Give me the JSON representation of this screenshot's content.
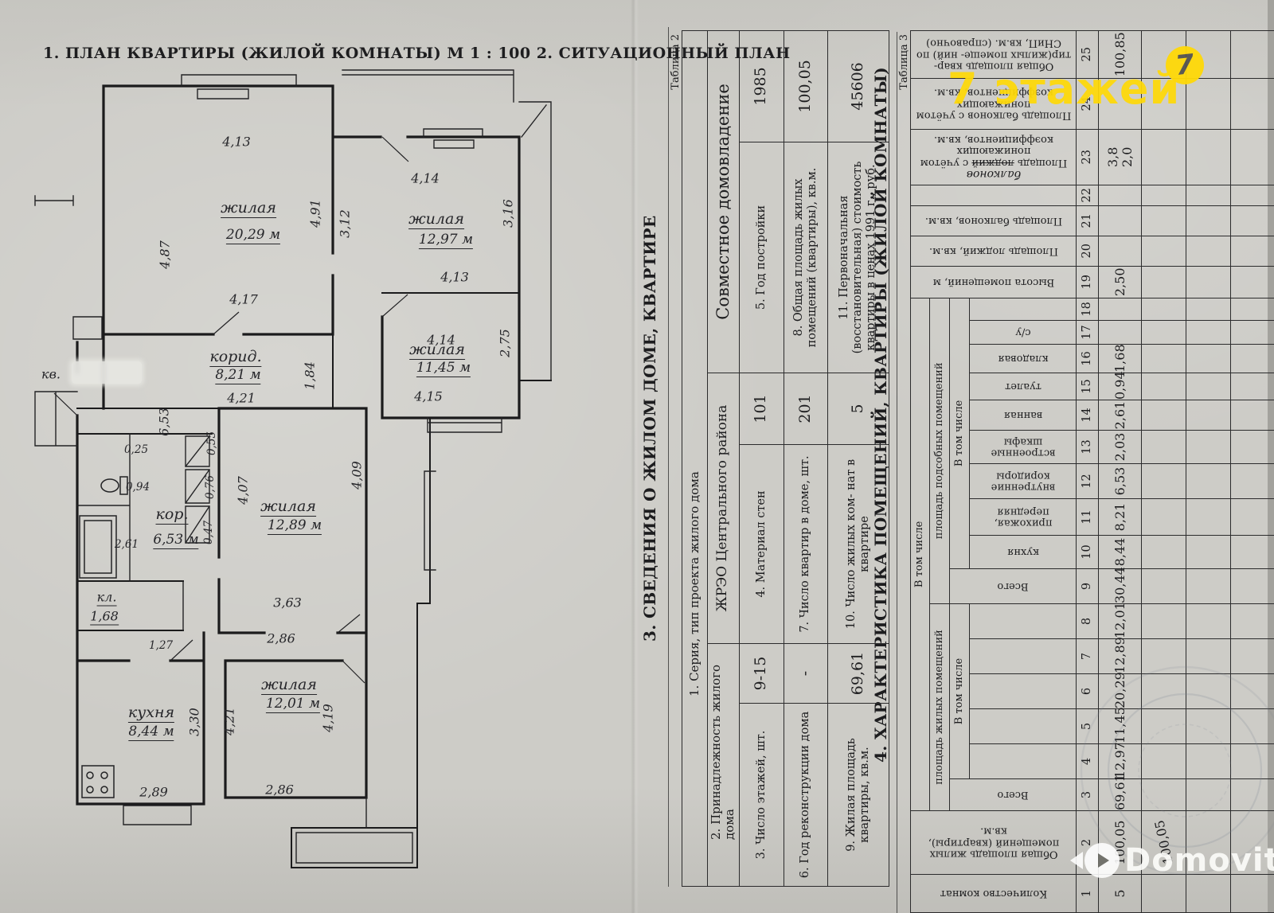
{
  "title": "1. ПЛАН  КВАРТИРЫ  (ЖИЛОЙ  КОМНАТЫ) М  1 : 100   2. СИТУАЦИОННЫЙ  ПЛАН",
  "section3": {
    "title": "3. СВЕДЕНИЯ О ЖИЛОМ ДОМЕ, КВАРТИРЕ"
  },
  "section4": {
    "title": "4. ХАРАКТЕРИСТИКА ПОМЕЩЕНИЙ, КВАРТИРЫ (ЖИЛОЙ КОМНАТЫ)"
  },
  "plan": {
    "apartment_label": "кв.",
    "rooms": [
      {
        "name": "жилая",
        "area": "20,29 м"
      },
      {
        "name": "жилая",
        "area": "12,97 м"
      },
      {
        "name": "жилая",
        "area": "11,45 м"
      },
      {
        "name": "жилая",
        "area": "12,89 м"
      },
      {
        "name": "жилая",
        "area": "12,01 м"
      },
      {
        "name": "кухня",
        "area": "8,44 м"
      },
      {
        "name": "корид.",
        "area": "8,21 м"
      },
      {
        "name": "кор.",
        "area": "6,53 м"
      },
      {
        "name": "кл.",
        "area": "1,68"
      }
    ],
    "dims": [
      "4,13",
      "4,87",
      "4,91",
      "4,17",
      "3,12",
      "4,14",
      "3,16",
      "4,13",
      "4,14",
      "2,75",
      "4,15",
      "4,21",
      "1,84",
      "6,53",
      "0,25",
      "0,94",
      "2,61",
      "0,55",
      "0,76",
      "0,47",
      "4,07",
      "4,09",
      "3,63",
      "2,86",
      "1,27",
      "3,30",
      "2,89",
      "4,21",
      "4,19",
      "2,86"
    ]
  },
  "table2": {
    "caption": "Таблица 2",
    "row1_label": "1. Серия, тип проекта жилого дома",
    "row2_label": "2. Принадлежность жилого дома",
    "row2_value1": "ЖРЭО   Центрального   района",
    "row2_value2": "Совместное домовладение",
    "cells": [
      {
        "label": "3. Число этажей, шт.",
        "value": "9-15"
      },
      {
        "label": "4. Материал стен",
        "value": "101"
      },
      {
        "label": "5. Год постройки",
        "value": "1985"
      },
      {
        "label": "6. Год реконструкции дома",
        "value": "-"
      },
      {
        "label": "7. Число квартир в доме, шт.",
        "value": "201"
      },
      {
        "label": "8. Общая площадь жилых помещений (квартиры), кв.м.",
        "value": "100,05"
      },
      {
        "label": "9. Жилая площадь квартиры, кв.м.",
        "value": "69,61"
      },
      {
        "label": "10. Число жилых ком- нат в квартире",
        "value": "5"
      },
      {
        "label": "11. Первоначальная (восстановительная) стоимость квартиры в ценах 1991 г., руб.",
        "value": "45606"
      }
    ]
  },
  "table3": {
    "caption": "Таблица 3",
    "groups": {
      "vtc": "В том числе",
      "zhil": "площадь жилых помещений",
      "podsob": "площадь подсобных помещений"
    },
    "columns": [
      {
        "num": "1",
        "header": "Количество комнат",
        "value": "5"
      },
      {
        "num": "2",
        "header": "Общая площадь жилых помещений (квартиры), кв.м.",
        "value": "100,05",
        "value2": "100,05"
      },
      {
        "num": "3",
        "header": "Всего",
        "value": "69,61"
      },
      {
        "num": "4",
        "header": "",
        "value": "12,97"
      },
      {
        "num": "5",
        "header": "",
        "value": "11,45"
      },
      {
        "num": "6",
        "header": "",
        "value": "20,29"
      },
      {
        "num": "7",
        "header": "",
        "value": "12,89"
      },
      {
        "num": "8",
        "header": "",
        "value": "12,01"
      },
      {
        "num": "9",
        "header": "Всего",
        "value": "30,44"
      },
      {
        "num": "10",
        "header": "кухня",
        "value": "8,44"
      },
      {
        "num": "11",
        "header": "прихожая, передняя",
        "value": "8,21"
      },
      {
        "num": "12",
        "header": "внутренние коридоры",
        "value": "6,53"
      },
      {
        "num": "13",
        "header": "встроенные шкафы",
        "value": "2,03"
      },
      {
        "num": "14",
        "header": "ванная",
        "value": "2,61"
      },
      {
        "num": "15",
        "header": "туалет",
        "value": "0,94"
      },
      {
        "num": "16",
        "header": "кладовая",
        "value": "1,68"
      },
      {
        "num": "17",
        "header": "с/у",
        "value": ""
      },
      {
        "num": "18",
        "header": "",
        "value": ""
      },
      {
        "num": "19",
        "header": "Высота помещений, м",
        "value": "2,50"
      },
      {
        "num": "20",
        "header": "Площадь лоджий, кв.м.",
        "value": ""
      },
      {
        "num": "21",
        "header": "Площадь балконов, кв.м.",
        "value": ""
      },
      {
        "num": "22",
        "header": "",
        "value": ""
      },
      {
        "num": "23",
        "header_pre": "Площадь",
        "header_struck": "лоджий",
        "header_post": "с учётом понижающих коэффициентов, кв.м.",
        "handwritten": "балконов",
        "value": "3,8",
        "value2": "2,0"
      },
      {
        "num": "24",
        "header": "Площадь балконов с учётом понижающих коэффициентов, кв.м.",
        "value": ""
      },
      {
        "num": "25",
        "header": "Общая площадь квар- тир(жилых помеще- ний) по СНиП, кв.м. (справочно)",
        "value": "100,85"
      }
    ]
  },
  "watermarks": {
    "seven_floors": "7 этажей",
    "seven_glyph": "7",
    "domovita": "Domovita"
  }
}
